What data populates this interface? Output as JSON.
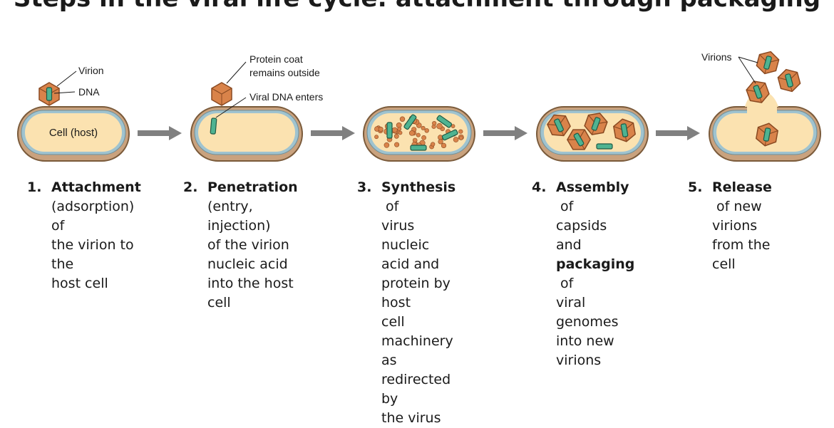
{
  "title": "Steps in the viral life cycle: attachment through packaging",
  "callouts": {
    "virion": "Virion",
    "dna": "DNA",
    "cell_host": "Cell (host)",
    "protein_coat": "Protein coat remains outside",
    "protein_coat_line1": "Protein coat",
    "protein_coat_line2": "remains outside",
    "viral_dna_enters": "Viral DNA enters",
    "virions": "Virions"
  },
  "steps": [
    {
      "number": "1.",
      "bold": "Attachment",
      "rest_lines": [
        "(adsorption) of",
        "the virion to the",
        "host cell"
      ]
    },
    {
      "number": "2.",
      "bold": "Penetration",
      "rest_lines": [
        "(entry, injection)",
        "of the virion",
        "nucleic acid",
        "into the host",
        "cell"
      ]
    },
    {
      "number": "3.",
      "bold": "Synthesis",
      "bold_suffix": " of",
      "rest_lines": [
        "virus nucleic",
        "acid and",
        "protein by host",
        "cell machinery",
        "as redirected by",
        "the virus"
      ]
    },
    {
      "number": "4.",
      "bold": "Assembly",
      "bold_suffix": " of",
      "line2": "capsids and",
      "bold2": "packaging",
      "bold2_suffix": " of",
      "rest_lines": [
        "viral genomes",
        "into new virions"
      ]
    },
    {
      "number": "5.",
      "bold": "Release",
      "bold_suffix": " of new",
      "rest_lines": [
        "virions from the",
        "cell"
      ]
    }
  ],
  "colors": {
    "cell_outer": "#c9a27e",
    "cell_border": "#7a5a3a",
    "cell_membrane": "#9fc3cf",
    "cytoplasm": "#fbe2b0",
    "capsid": "#d9834a",
    "capsid_edge": "#8a4a22",
    "dna": "#4fb391",
    "arrow": "#808080"
  }
}
